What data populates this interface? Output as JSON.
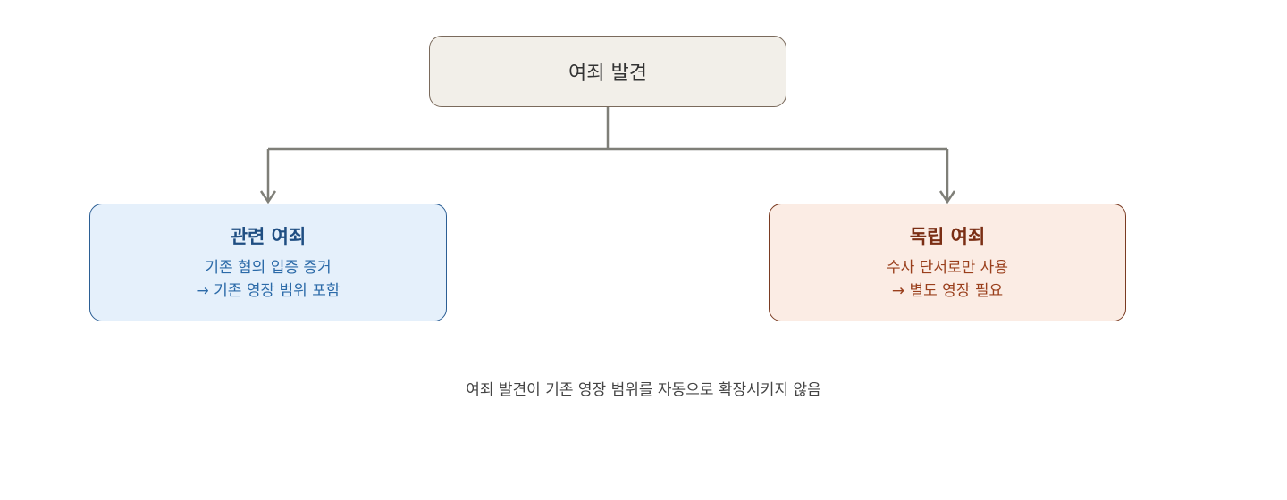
{
  "diagram": {
    "root": {
      "title": "여죄 발견"
    },
    "left": {
      "title": "관련 여죄",
      "line1": "기존 혐의 입증 증거",
      "line2": "→ 기존 영장 범위 포함"
    },
    "right": {
      "title": "독립 여죄",
      "line1": "수사 단서로만 사용",
      "line2": "→ 별도 영장 필요"
    },
    "caption": "여죄 발견이 기존 영장 범위를 자동으로 확장시키지 않음"
  },
  "colors": {
    "connector": "#7f7f78",
    "root_fill": "#f2efe9",
    "left_fill": "#e5f0fb",
    "left_text": "#1f4e82",
    "right_fill": "#fbece4",
    "right_text": "#7a2e14"
  }
}
